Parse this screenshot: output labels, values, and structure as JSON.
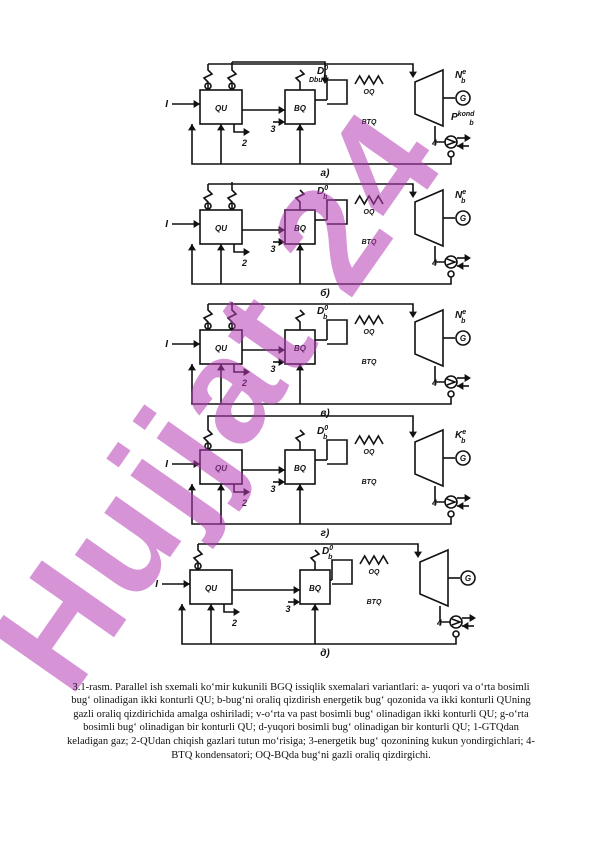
{
  "figure": {
    "diagrams": [
      {
        "sublabel": "a)",
        "qu": "QU",
        "bq": "BQ",
        "oq": "OQ",
        "btq": "BTQ",
        "input": "I",
        "n2": "2",
        "n3": "3",
        "n4": "4",
        "db": "Db0",
        "dbu": "Dbu",
        "g": "G",
        "nb": "Nbe",
        "pb": "Pbkond"
      },
      {
        "sublabel": "б)",
        "qu": "QU",
        "bq": "BQ",
        "oq": "OQ",
        "btq": "BTQ",
        "input": "I",
        "n2": "2",
        "n3": "3",
        "n4": "4",
        "db": "Db0",
        "g": "G",
        "nb": "Nbe"
      },
      {
        "sublabel": "в)",
        "qu": "QU",
        "bq": "BQ",
        "oq": "OQ",
        "btq": "BTQ",
        "input": "I",
        "n2": "2",
        "n3": "3",
        "n4": "4",
        "db": "Db0",
        "g": "G",
        "nb": "Nbe"
      },
      {
        "sublabel": "г)",
        "qu": "QU",
        "bq": "BQ",
        "oq": "OQ",
        "btq": "BTQ",
        "input": "I",
        "n2": "2",
        "n3": "3",
        "n4": "4",
        "db": "Db0",
        "g": "G",
        "nb": "Kbe"
      },
      {
        "sublabel": "д)",
        "qu": "QU",
        "bq": "BQ",
        "oq": "OQ",
        "btq": "BTQ",
        "input": "I",
        "n2": "2",
        "n3": "3",
        "n4": "4",
        "db": "Db0",
        "g": "G"
      }
    ]
  },
  "watermark": "Hujjat 24",
  "caption": "3.1-rasm. Parallel ish sxemali ko‘mir kukunili BGQ issiqlik sxemalari variantlari: a- yuqori va o‘rta bosimli bug‘ olinadigan ikki konturli QU; b-bug‘ni oraliq qizdirish energetik bug‘ qozonida va ikki konturli QUning gazli oraliq qizdirichida amalga oshiriladi; v-o‘rta va past bosimli bug‘ olinadigan ikki konturli QU; g-o‘rta bosimli bug‘ olinadigan bir konturli QU; d-yuqori bosimli bug‘ olinadigan bir konturli QU; 1-GTQdan keladigan gaz; 2-QUdan chiqish gazlari tutun mo‘risiga; 3-energetik bug‘ qozonining kukun yondirgichlari; 4-BTQ kondensatori; OQ-BQda bug‘ni gazli oraliq qizdirgichi."
}
